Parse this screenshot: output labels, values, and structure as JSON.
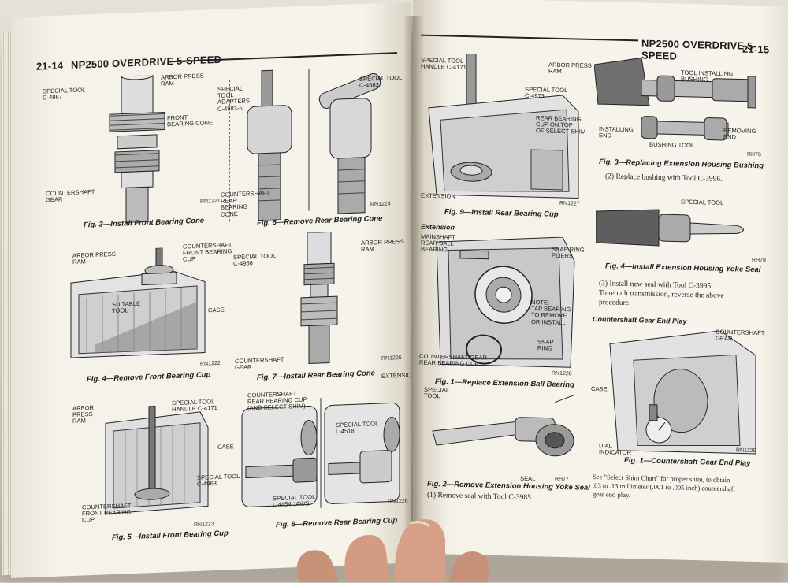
{
  "left_page": {
    "page_number": "21-14",
    "title": "NP2500 OVERDRIVE 5-SPEED",
    "figures": [
      {
        "caption": "Fig. 3—Install Front Bearing Cone",
        "rn": "RN1221",
        "labels": [
          "SPECIAL TOOL\nC-4967",
          "ARBOR PRESS\nRAM",
          "FRONT\nBEARING CONE",
          "COUNTERSHAFT\nGEAR"
        ]
      },
      {
        "caption": "Fig. 6—Remove Rear Bearing Cone",
        "rn": "RN1224",
        "labels": [
          "SPECIAL\nTOOL\nADAPTERS\nC-4983-5",
          "SPECIAL TOOL\nC-4983",
          "COUNTERSHAFT\nREAR\nBEARING\nCONE"
        ]
      },
      {
        "caption": "Fig. 4—Remove Front Bearing Cup",
        "rn": "RN1222",
        "labels": [
          "ARBOR PRESS\nRAM",
          "COUNTERSHAFT\nFRONT BEARING\nCUP",
          "SUITABLE\nTOOL",
          "CASE"
        ]
      },
      {
        "caption": "Fig. 7—Install Rear Bearing Cone",
        "rn": "RN1225",
        "labels": [
          "SPECIAL TOOL\nC-4966",
          "ARBOR PRESS\nRAM",
          "COUNTERSHAFT\nGEAR"
        ]
      },
      {
        "caption": "Fig. 5—Install Front Bearing Cup",
        "rn": "RN1223",
        "labels": [
          "ARBOR\nPRESS\nRAM",
          "SPECIAL TOOL\nHANDLE C-4171",
          "CASE",
          "SPECIAL TOOL\nC-4968",
          "COUNTERSHAFT\nFRONT BEARING\nCUP"
        ]
      },
      {
        "caption": "Fig. 8—Remove Rear Bearing Cup",
        "rn": "RN1226",
        "labels": [
          "COUNTERSHAFT\nREAR BEARING CUP\n(AND SELECT SHIM)",
          "EXTENSION",
          "SPECIAL TOOL\nL-4518",
          "SPECIAL TOOL\nL-4454 JAWS"
        ]
      }
    ]
  },
  "right_page": {
    "page_number": "21-15",
    "title": "NP2500 OVERDRIVE 5-SPEED",
    "figures": [
      {
        "caption": "Fig. 9—Install Rear Bearing Cup",
        "rn": "RN1227",
        "labels": [
          "SPECIAL TOOL\nHANDLE C-4171",
          "ARBOR PRESS\nRAM",
          "SPECIAL TOOL\nC-4973",
          "REAR BEARING\nCUP ON TOP\nOF SELECT SHIM",
          "EXTENSION"
        ]
      },
      {
        "caption": "Fig. 3—Replacing Extension Housing Bushing",
        "rn": "RH76",
        "labels": [
          "TOOL INSTALLING\nBUSHING",
          "INSTALLING\nEND",
          "BUSHING TOOL",
          "REMOVING\nEND"
        ]
      },
      {
        "caption": "Fig. 1—Replace Extension Ball Bearing",
        "rn": "RN1228",
        "labels": [
          "MAINSHAFT\nREAR BALL\nBEARING",
          "SNAP RING\nPLIERS",
          "NOTE:\nTAP BEARING\nTO REMOVE\nOR INSTALL",
          "SNAP\nRING",
          "COUNTERSHAFT GEAR\nREAR BEARING CUP"
        ]
      },
      {
        "caption": "Fig. 4—Install Extension Housing Yoke Seal",
        "rn": "RH78",
        "labels": [
          "SPECIAL TOOL"
        ]
      },
      {
        "caption": "Fig. 2—Remove Extension Housing Yoke Seal",
        "rn": "RH77",
        "labels": [
          "SPECIAL\nTOOL",
          "SEAL"
        ]
      },
      {
        "caption": "Fig. 1—Countershaft Gear End Play",
        "rn": "RN1229",
        "labels": [
          "COUNTERSHAFT\nGEAR",
          "CASE",
          "DIAL\nINDICATOR"
        ]
      }
    ],
    "section_heading": "Extension",
    "subheading": "Countershaft Gear End Play",
    "text_1": "(2)  Replace bushing with Tool C-3996.",
    "text_2": "(3)  Install new seal with Tool C-3995.\n  To rebuilt transmission, reverse the above\nprocedure.",
    "text_3": "See \"Select Shim Chart\" for proper shim, to obtain\n.03 to .13 millimeter (.001 to .005 inch) countershaft\ngear end play.",
    "text_4": "(1)  Remove seal with Tool C-3985."
  },
  "colors": {
    "paper": "#f4f1e8",
    "ink": "#1c1c1c",
    "table": "#d8d4cc"
  }
}
